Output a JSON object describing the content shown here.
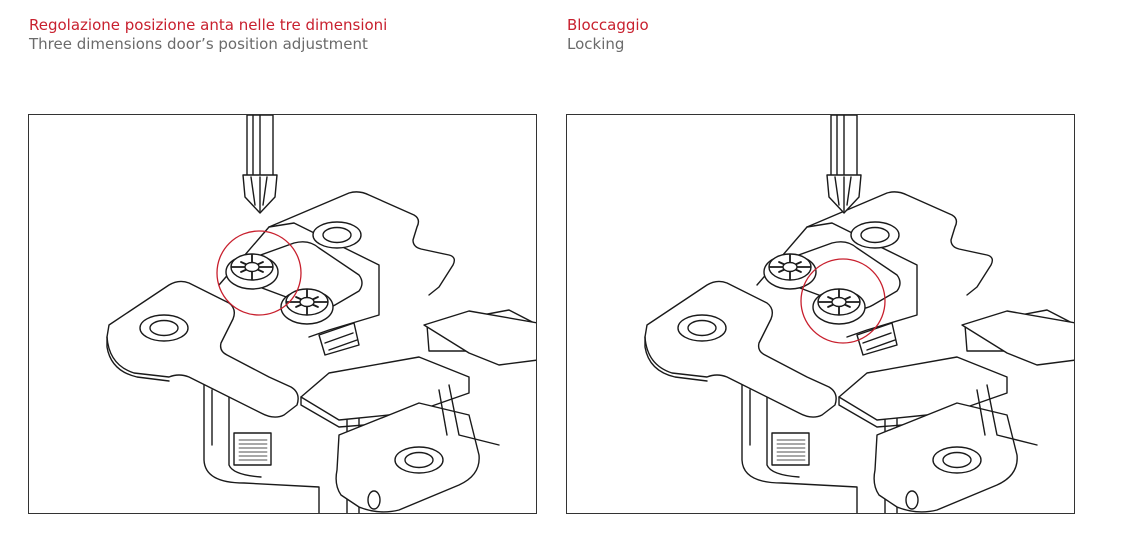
{
  "colors": {
    "title_italian": "#c8202e",
    "title_english": "#6b6b6b",
    "highlight_circle": "#c8202e",
    "line_art": "#1a1a1a"
  },
  "left": {
    "title_it": "Regolazione posizione anta nelle tre dimensioni",
    "title_en": "Three dimensions door’s position adjustment",
    "highlighted_screw": "rear adjustment screw"
  },
  "right": {
    "title_it": "Bloccaggio",
    "title_en": "Locking",
    "highlighted_screw": "front locking screw"
  }
}
